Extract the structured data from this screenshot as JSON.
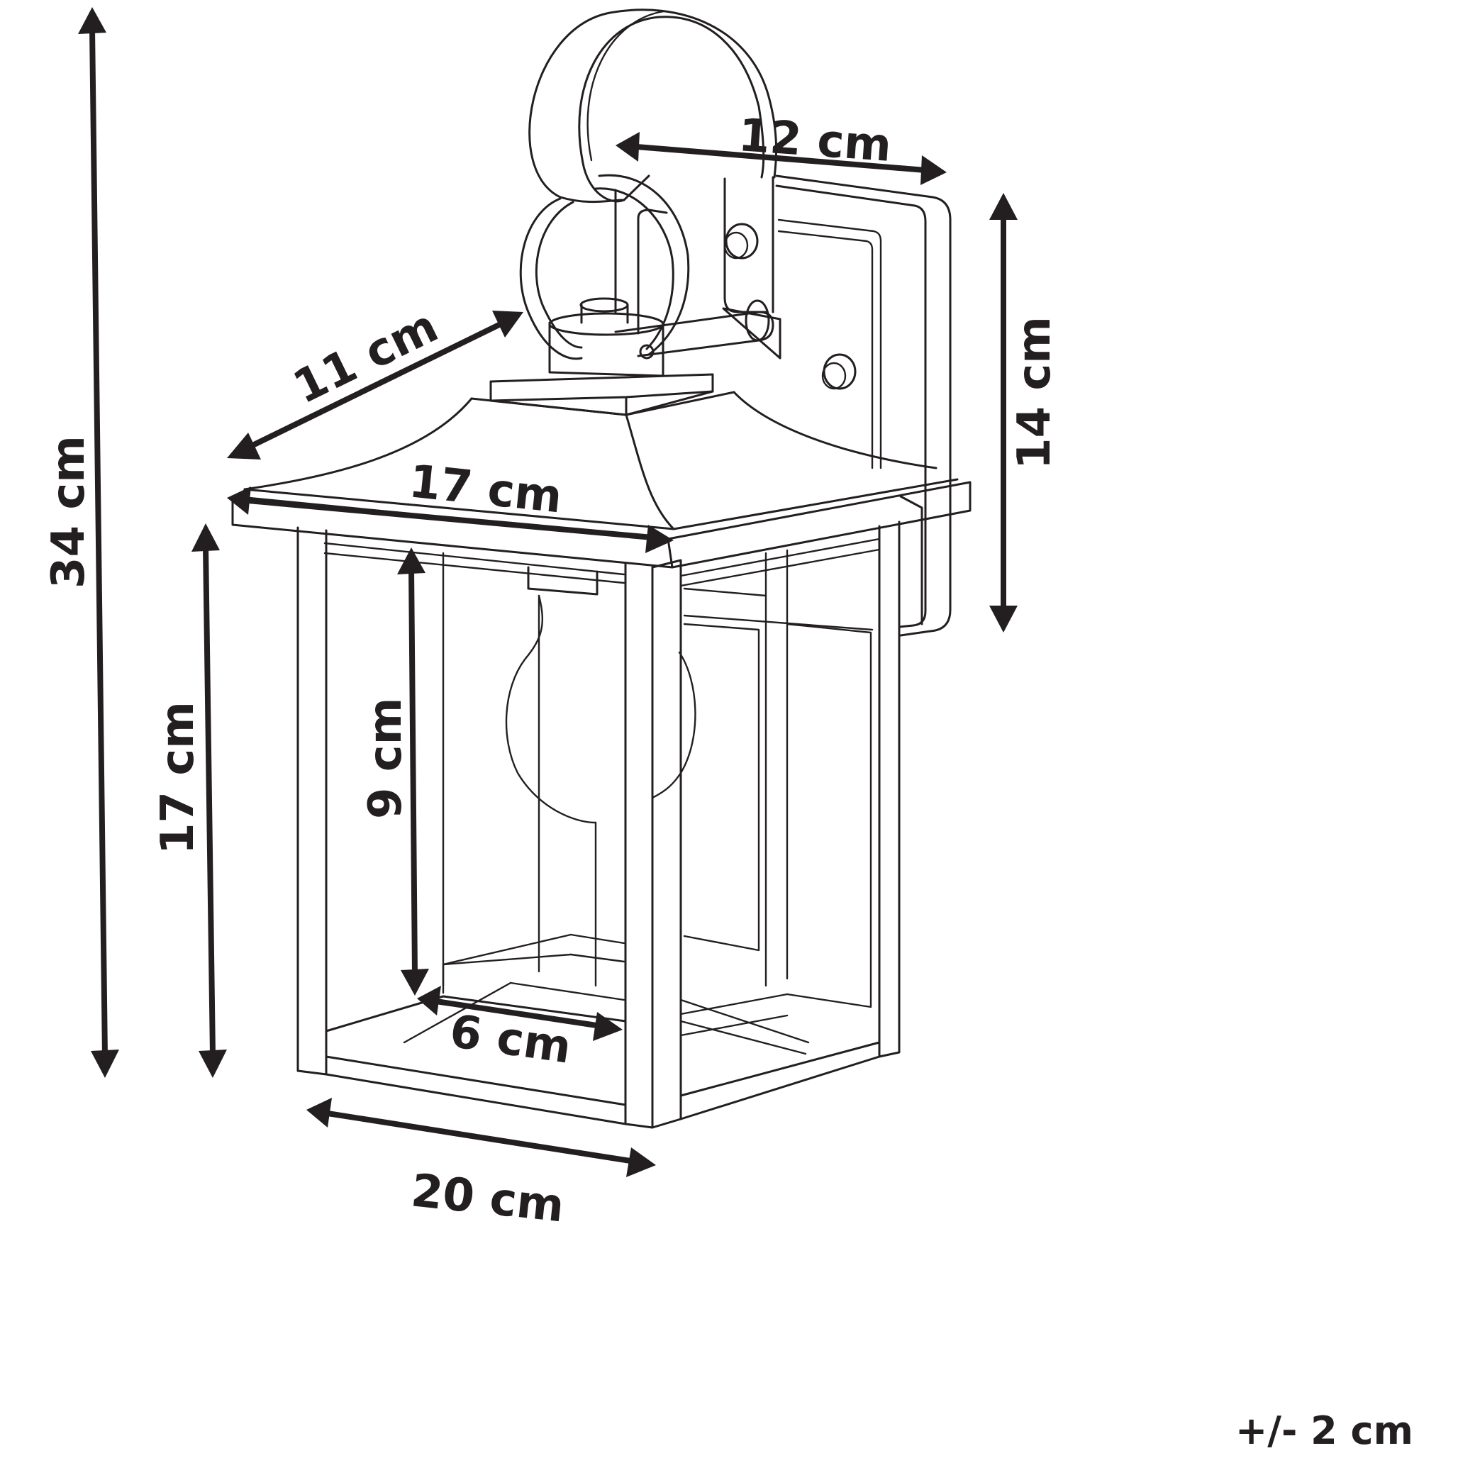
{
  "dimensions": {
    "total_height": "34 cm",
    "body_height": "17 cm",
    "glass_height": "9 cm",
    "inner_width": "6 cm",
    "base_width": "20 cm",
    "roof_width": "17 cm",
    "roof_depth": "11 cm",
    "arm_length": "12 cm",
    "backplate_height": "14 cm"
  },
  "tolerance": "+/- 2 cm",
  "colors": {
    "ink": "#231f20",
    "background": "#ffffff"
  }
}
